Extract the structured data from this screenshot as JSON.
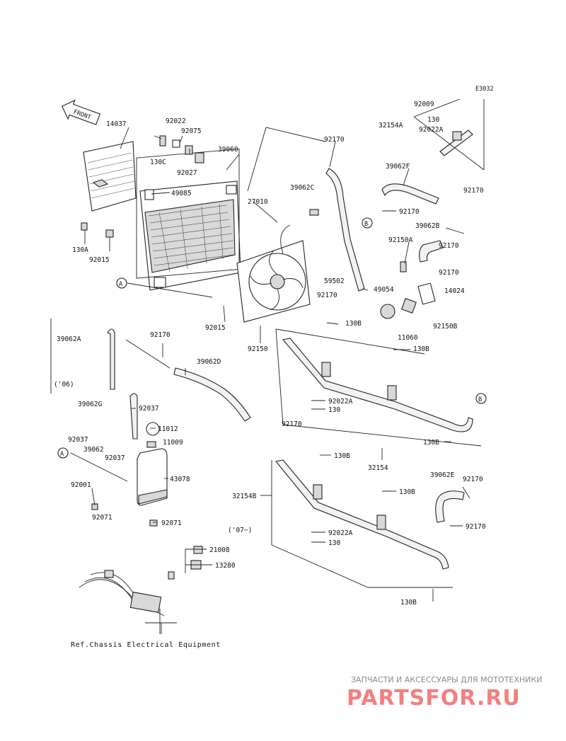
{
  "diagram": {
    "code": "E3032",
    "front_label": "FRONT",
    "ref_text": "Ref.Chassis Electrical Equipment",
    "year_06": "('06)",
    "year_07": "('07~)",
    "callouts": {
      "A": "A",
      "B": "B"
    },
    "parts": {
      "p14037": "14037",
      "p92022": "92022",
      "p92075": "92075",
      "p130C": "130C",
      "p92027": "92027",
      "p39060": "39060",
      "p49085": "49085",
      "p27010": "27010",
      "p92170a": "92170",
      "p39062C": "39062C",
      "p92009": "92009",
      "p32154A": "32154A",
      "p130a": "130",
      "p92022A_top": "92022A",
      "p39062F": "39062F",
      "p92170b": "92170",
      "p92170c": "92170",
      "p39062B": "39062B",
      "p92150A": "92150A",
      "p92170d": "92170",
      "p92170e": "92170",
      "p59502": "59502",
      "p92170f": "92170",
      "p49054": "49054",
      "p14024": "14024",
      "p11060": "11060",
      "p92150B": "92150B",
      "p130A": "130A",
      "p92015a": "92015",
      "p92015b": "92015",
      "p92150": "92150",
      "p130B_1": "130B",
      "p130B_2": "130B",
      "p39062A": "39062A",
      "p92170g": "92170",
      "p39062D": "39062D",
      "p92022A_mid": "92022A",
      "p130b": "130",
      "p39062G": "39062G",
      "p92037a": "92037",
      "p11012": "11012",
      "p11009": "11009",
      "p92170h": "92170",
      "p32154": "32154",
      "p130B_3": "130B",
      "p92037b": "92037",
      "p39062": "39062",
      "p92037c": "92037",
      "p43078": "43078",
      "p92001": "92001",
      "p92071a": "92071",
      "p92071b": "92071",
      "p130B_4": "130B",
      "p39062E": "39062E",
      "p92170i": "92170",
      "p32154B": "32154B",
      "p130B_5": "130B",
      "p92022A_low": "92022A",
      "p130c": "130",
      "p92170j": "92170",
      "p21008": "21008",
      "p13280": "13280",
      "p130B_6": "130B"
    }
  },
  "watermark": {
    "tagline": "ЗАПЧАСТИ И АКСЕССУАРЫ ДЛЯ МОТОТЕХНИКИ",
    "logo": "PARTSFOR.RU"
  }
}
